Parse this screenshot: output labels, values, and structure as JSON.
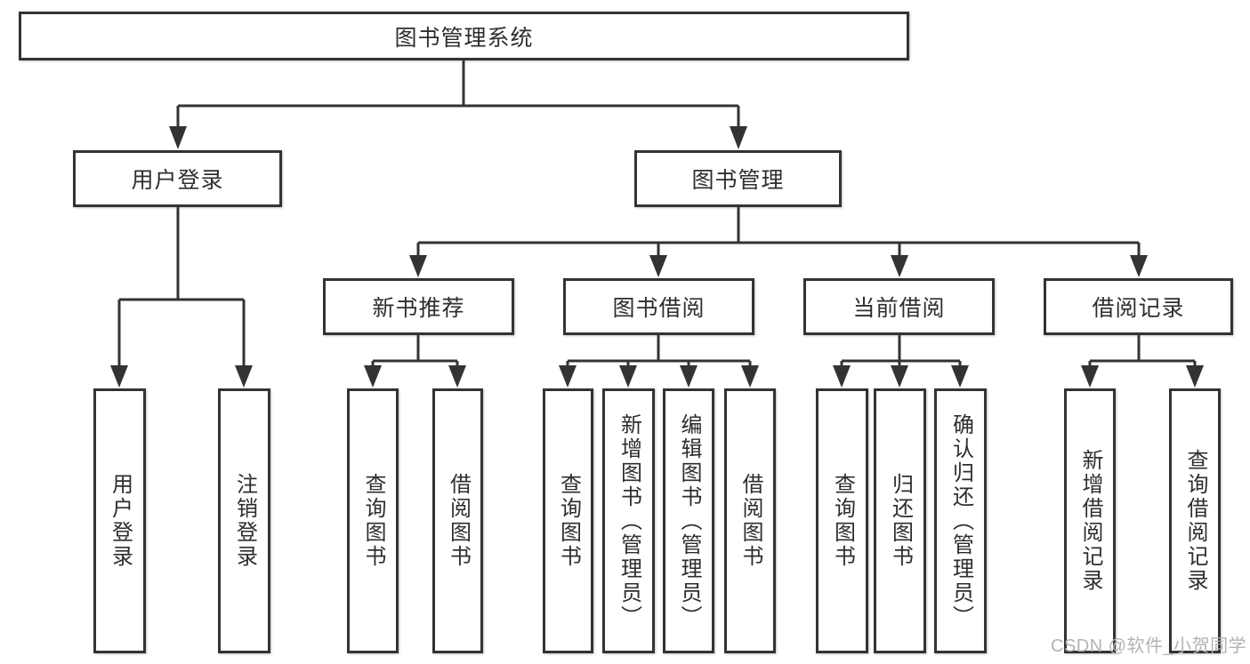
{
  "diagram_title": "图书管理系统",
  "nodes": {
    "root": "图书管理系统",
    "user_login": "用户登录",
    "book_management": "图书管理",
    "new_book_recommendation": "新书推荐",
    "book_borrowing": "图书借阅",
    "current_borrowing": "当前借阅",
    "borrowing_records": "借阅记录",
    "leaf_user_login": "用户登录",
    "leaf_logout": "注销登录",
    "leaf_nb_query_books": "查询图书",
    "leaf_nb_borrow_books": "借阅图书",
    "leaf_bb_query_books": "查询图书",
    "leaf_bb_add_books_admin": "新增图书（管理员）",
    "leaf_bb_edit_books_admin": "编辑图书（管理员）",
    "leaf_bb_borrow_books": "借阅图书",
    "leaf_cb_query_books": "查询图书",
    "leaf_cb_return_books": "归还图书",
    "leaf_cb_confirm_return_admin": "确认归还（管理员）",
    "leaf_br_add_record": "新增借阅记录",
    "leaf_br_query_record": "查询借阅记录"
  },
  "watermark": {
    "text": "CSDN @软件_小贺同学"
  },
  "colors": {
    "line": "#333333",
    "box_border": "#333333",
    "text": "#2e2e2e",
    "watermark": "#b3b3b3",
    "background": "#ffffff"
  }
}
